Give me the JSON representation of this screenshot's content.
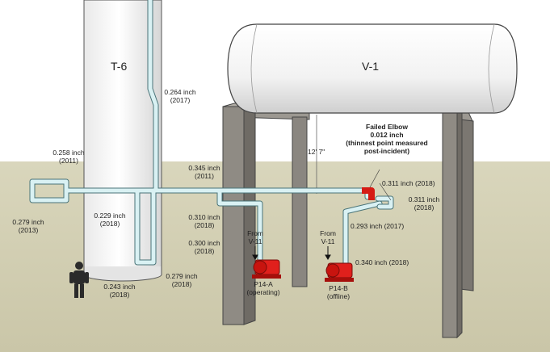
{
  "vessels": {
    "tower": "T-6",
    "drum": "V-1"
  },
  "dimension": "12' 7\"",
  "failed_elbow": {
    "title": "Failed Elbow",
    "value": "0.012 inch",
    "note1": "(thinnest point measured",
    "note2": "post-incident)"
  },
  "readings": {
    "r1": {
      "value": "0.264 inch",
      "year": "(2017)"
    },
    "r2": {
      "value": "0.258 inch",
      "year": "(2011)"
    },
    "r3": {
      "value": "0.345 inch",
      "year": "(2011)"
    },
    "r4": {
      "value": "0.311 inch (2018)"
    },
    "r5": {
      "value": "0.311 inch",
      "year": "(2018)"
    },
    "r6": {
      "value": "0.279 inch",
      "year": "(2013)"
    },
    "r7": {
      "value": "0.229 inch",
      "year": "(2018)"
    },
    "r8": {
      "value": "0.310 inch",
      "year": "(2018)"
    },
    "r9": {
      "value": "0.293 inch (2017)"
    },
    "r10": {
      "value": "0.300 inch",
      "year": "(2018)"
    },
    "r11": {
      "value": "0.340 inch (2018)"
    },
    "r12": {
      "value": "0.279 inch",
      "year": "(2018)"
    },
    "r13": {
      "value": "0.243 inch",
      "year": "(2018)"
    }
  },
  "pumps": {
    "a": {
      "from1": "From",
      "from2": "V-11",
      "name": "P14-A",
      "status": "(operating)"
    },
    "b": {
      "from1": "From",
      "from2": "V-11",
      "name": "P14-B",
      "status": "(offline)"
    }
  },
  "colors": {
    "sky": "#ffffff",
    "ground": "#d4d1b6",
    "pipe": "#d9f1f3",
    "pipe_edge": "#4a7478",
    "pump": "#e0201c",
    "concrete": "#8a8680"
  }
}
